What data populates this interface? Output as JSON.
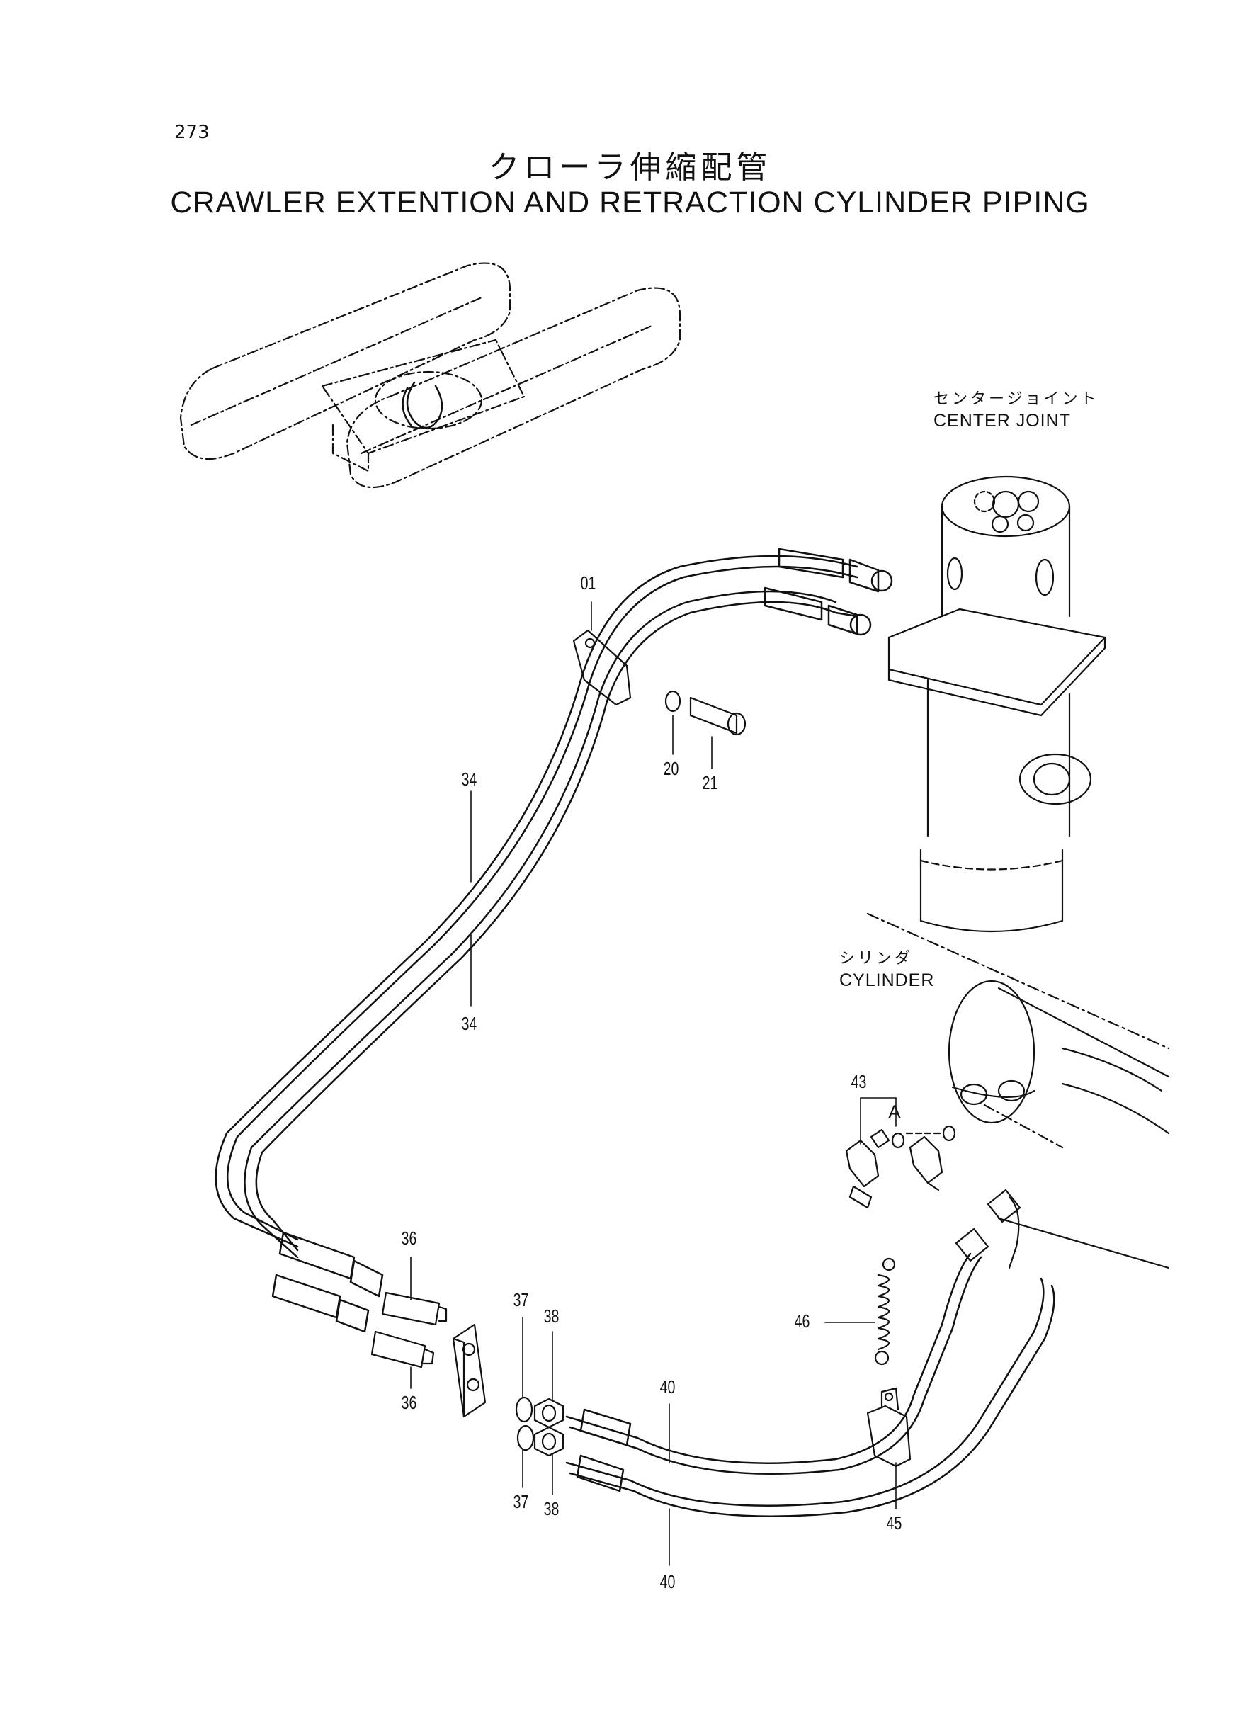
{
  "page_number": "273",
  "title_jp": "クローラ伸縮配管",
  "title_en": "CRAWLER EXTENTION AND RETRACTION CYLINDER PIPING",
  "labels": {
    "center_joint_jp": "センタージョイント",
    "center_joint_en": "CENTER JOINT",
    "cylinder_jp": "シリンダ",
    "cylinder_en": "CYLINDER",
    "detail_a": "A"
  },
  "callouts": {
    "c01": "01",
    "c20": "20",
    "c21": "21",
    "c34a": "34",
    "c34b": "34",
    "c36a": "36",
    "c36b": "36",
    "c37a": "37",
    "c37b": "37",
    "c38a": "38",
    "c38b": "38",
    "c40a": "40",
    "c40b": "40",
    "c43": "43",
    "c45": "45",
    "c46": "46"
  }
}
